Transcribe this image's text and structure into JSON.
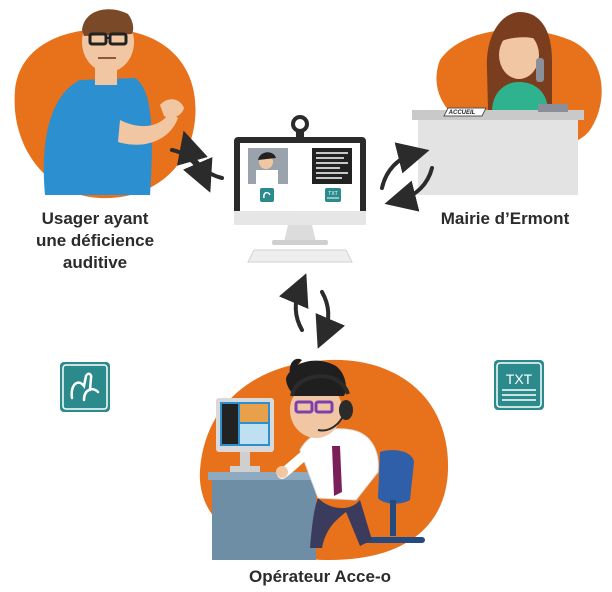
{
  "labels": {
    "user_line1": "Usager ayant",
    "user_line2": "une déficience",
    "user_line3": "auditive",
    "mairie": "Mairie d’Ermont",
    "operator": "Opérateur Acce-o"
  },
  "desk_sign": "ACCUEIL",
  "txt_icon_text": "TXT",
  "colors": {
    "orange": "#e8711b",
    "teal": "#2a8a8c",
    "dark": "#2b2b2b",
    "blue": "#2b8fd0"
  },
  "icons": [
    "sign-language-icon",
    "txt-icon",
    "webcam-icon",
    "headset-icon"
  ]
}
